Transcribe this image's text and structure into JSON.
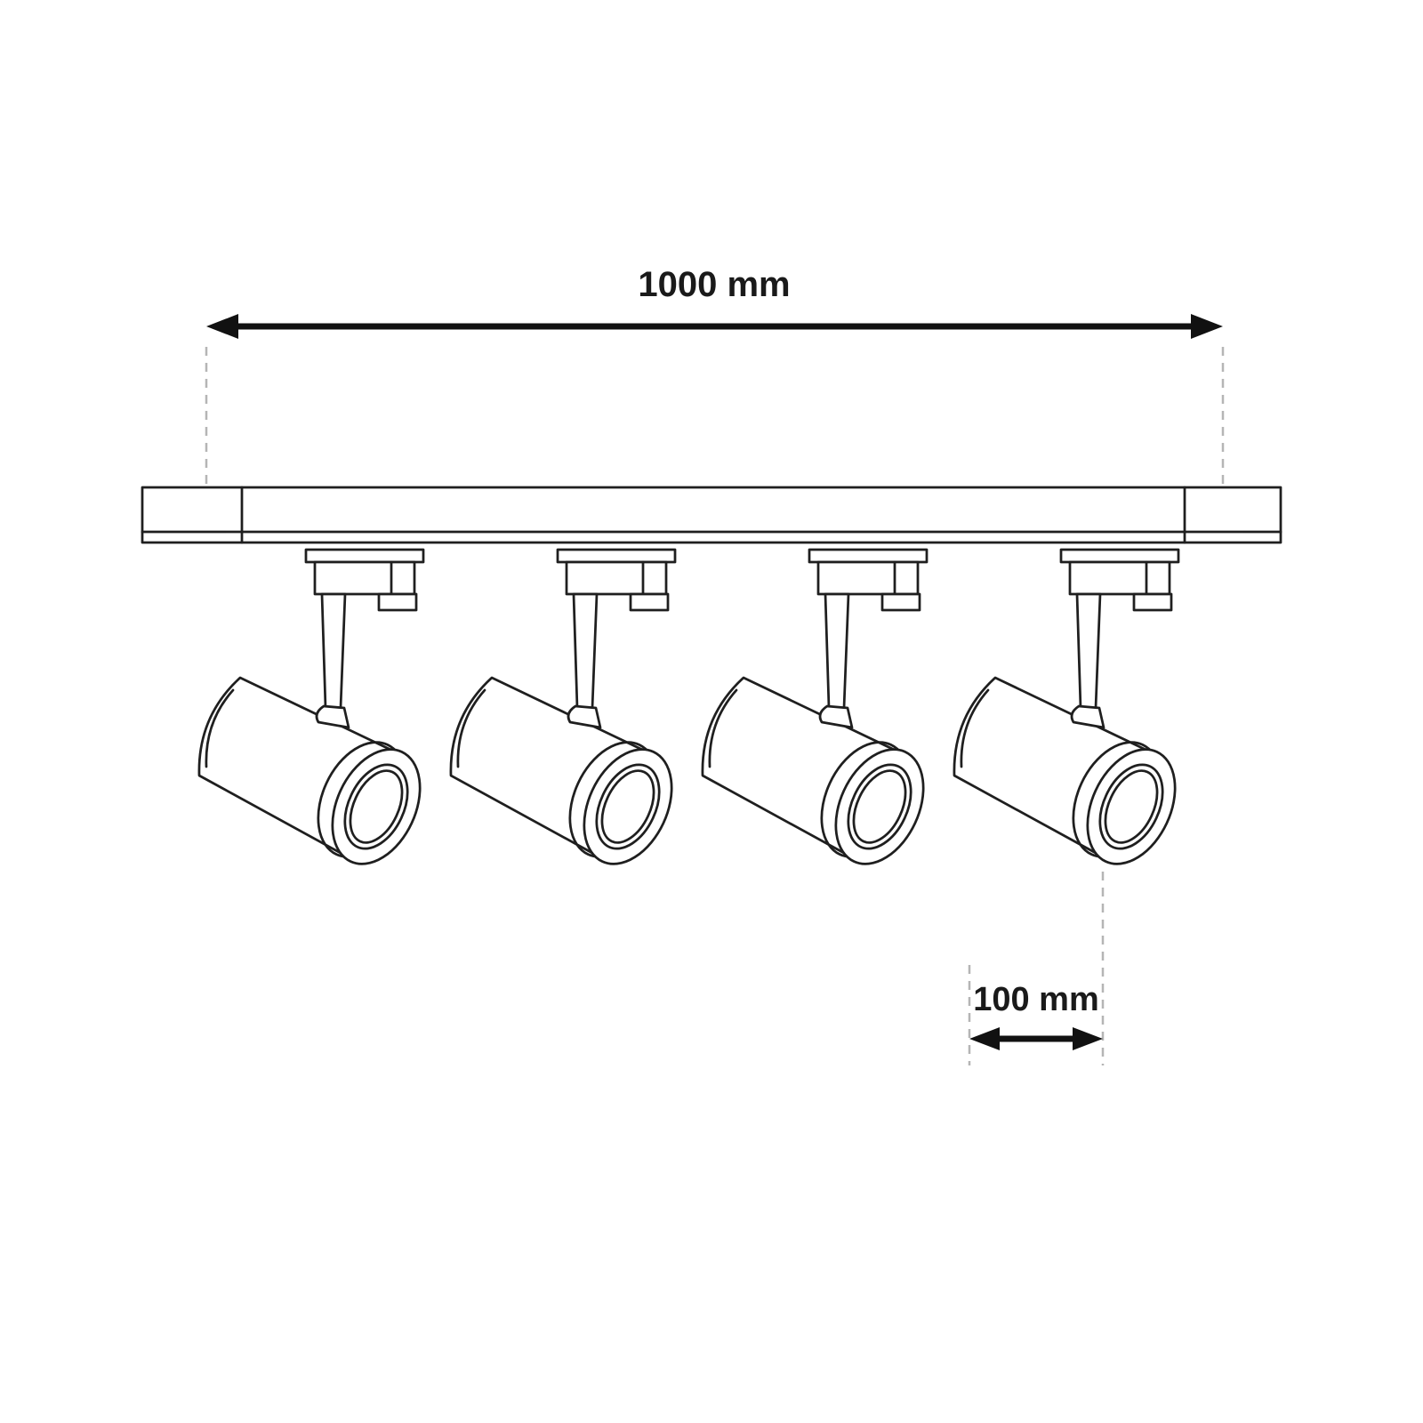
{
  "diagram": {
    "type": "technical-dimension-drawing",
    "subject": "ceiling track light fixture with four adjustable spotlights",
    "spotlight_count": 4,
    "dimensions": {
      "overall": {
        "label": "1000 mm",
        "value": 1000,
        "unit": "mm"
      },
      "detail": {
        "label": "100 mm",
        "value": 100,
        "unit": "mm"
      }
    },
    "colors": {
      "line": "#1f1f1f",
      "dimension": "#111111",
      "dashed_guide": "#b5b5b5",
      "text": "#1a1a1a",
      "background": "#ffffff"
    }
  }
}
